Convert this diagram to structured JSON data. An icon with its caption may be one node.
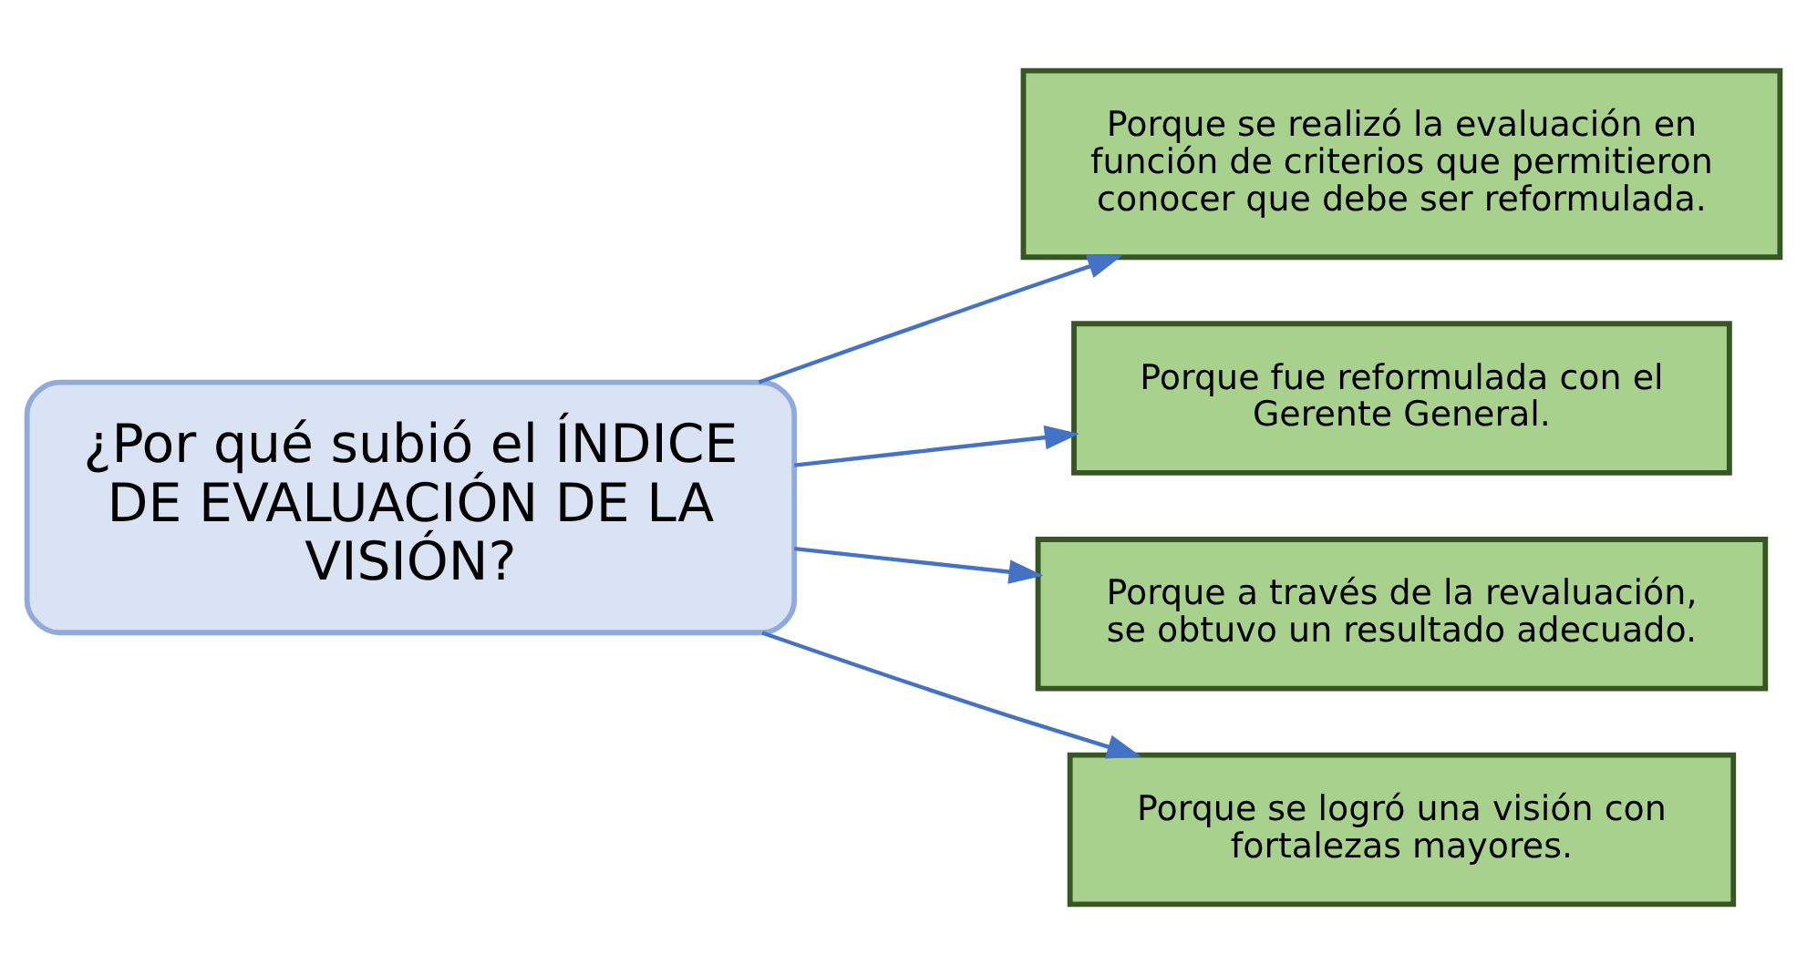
{
  "diagram": {
    "nodes": [
      {
        "text": [
          "¿Por qué subió el ÍNDICE DE EVALUACIÓN DE LA VISIÓN?"
        ]
      },
      {
        "text": [
          "Porque se realizó la evaluación en función de criterios que permitieron conocer que debe ser reformulada."
        ]
      },
      {
        "text": [
          "Porque fue reformulada con el Gerente General."
        ]
      },
      {
        "text": [
          "Porque a través de la revaluación, se obtuvo un resultado adecuado."
        ]
      },
      {
        "text": [
          "Porque se logró una visión con fortalezas mayores."
        ]
      }
    ],
    "edges": [
      {
        "from": 0,
        "to": 1,
        "arrow": "to"
      },
      {
        "from": 0,
        "to": 2,
        "arrow": "to"
      },
      {
        "from": 0,
        "to": 3,
        "arrow": "to"
      },
      {
        "from": 0,
        "to": 4,
        "arrow": "to"
      }
    ]
  }
}
